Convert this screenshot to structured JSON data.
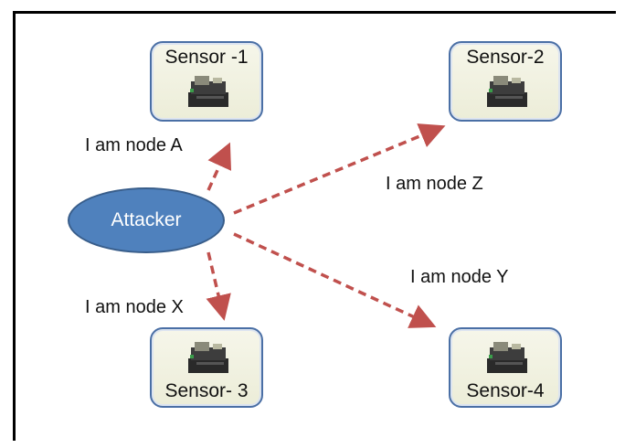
{
  "attacker": {
    "label": "Attacker"
  },
  "sensors": [
    {
      "label": "Sensor -1"
    },
    {
      "label": "Sensor-2"
    },
    {
      "label": "Sensor- 3"
    },
    {
      "label": "Sensor-4"
    }
  ],
  "messages": [
    {
      "text": "I am node A"
    },
    {
      "text": "I am node Z"
    },
    {
      "text": "I am node X"
    },
    {
      "text": "I am node Y"
    }
  ],
  "colors": {
    "attacker_fill": "#4f81bd",
    "sensor_border": "#4a6fa5",
    "arrow": "#c0504d"
  },
  "icons": {
    "sensor_device": "sensor-board-icon"
  }
}
